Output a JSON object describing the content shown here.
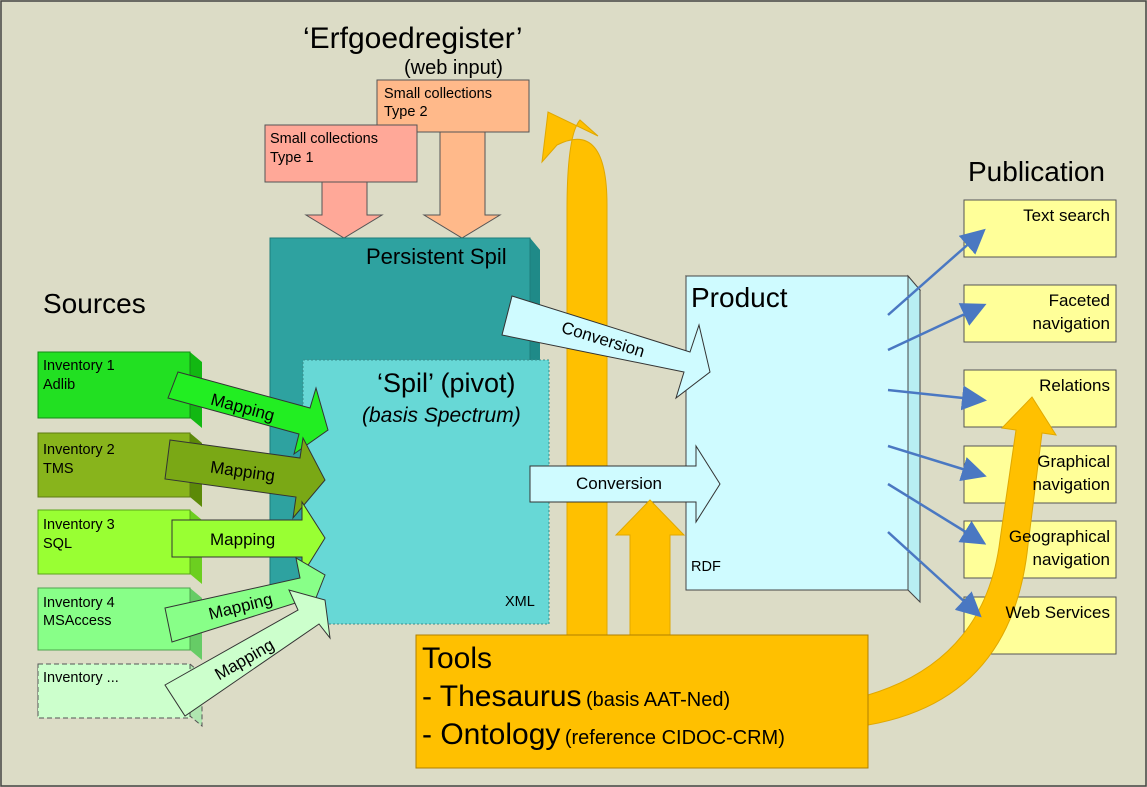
{
  "erfgoed": {
    "title": "‘Erfgoedregister’",
    "subtitle": "(web input)"
  },
  "small_collections": [
    {
      "line1": "Small collections",
      "line2": "Type 1"
    },
    {
      "line1": "Small collections",
      "line2": "Type 2"
    }
  ],
  "sources": {
    "heading": "Sources",
    "items": [
      {
        "name": "Inventory 1",
        "system": "Adlib",
        "mapping": "Mapping"
      },
      {
        "name": "Inventory 2",
        "system": "TMS",
        "mapping": "Mapping"
      },
      {
        "name": "Inventory 3",
        "system": "SQL",
        "mapping": "Mapping"
      },
      {
        "name": "Inventory 4",
        "system": "MSAccess",
        "mapping": "Mapping"
      },
      {
        "name": "Inventory ...",
        "system": "",
        "mapping": "Mapping"
      }
    ]
  },
  "persistent": {
    "label": "Persistent Spil"
  },
  "spil": {
    "title": "‘Spil’ (pivot)",
    "subtitle": "(basis Spectrum)",
    "format": "XML"
  },
  "conversion": {
    "top": "Conversion",
    "bottom": "Conversion"
  },
  "product": {
    "title": "Product",
    "format": "RDF"
  },
  "tools": {
    "title": "Tools",
    "thesaurus_main": "- Thesaurus",
    "thesaurus_note": "(basis AAT-Ned)",
    "ontology_main": "- Ontology",
    "ontology_note": "(reference CIDOC-CRM)"
  },
  "publication": {
    "heading": "Publication",
    "items": [
      {
        "line1": "Text search",
        "line2": ""
      },
      {
        "line1": "Faceted",
        "line2": "navigation"
      },
      {
        "line1": "Relations",
        "line2": ""
      },
      {
        "line1": "Graphical",
        "line2": "navigation"
      },
      {
        "line1": "Geographical",
        "line2": "navigation"
      },
      {
        "line1": "Web Services",
        "line2": ""
      }
    ]
  },
  "colors": {
    "background": "#dcdcc6",
    "teal_dark": "#2ea2a0",
    "teal_light": "#67d8d6",
    "product_fill": "#cffbff",
    "tools_fill": "#ffc000",
    "publication_fill": "#ffff99",
    "arrow_blue": "#4a78c2",
    "salmon": "#ffa898",
    "peach": "#ffb98a"
  }
}
